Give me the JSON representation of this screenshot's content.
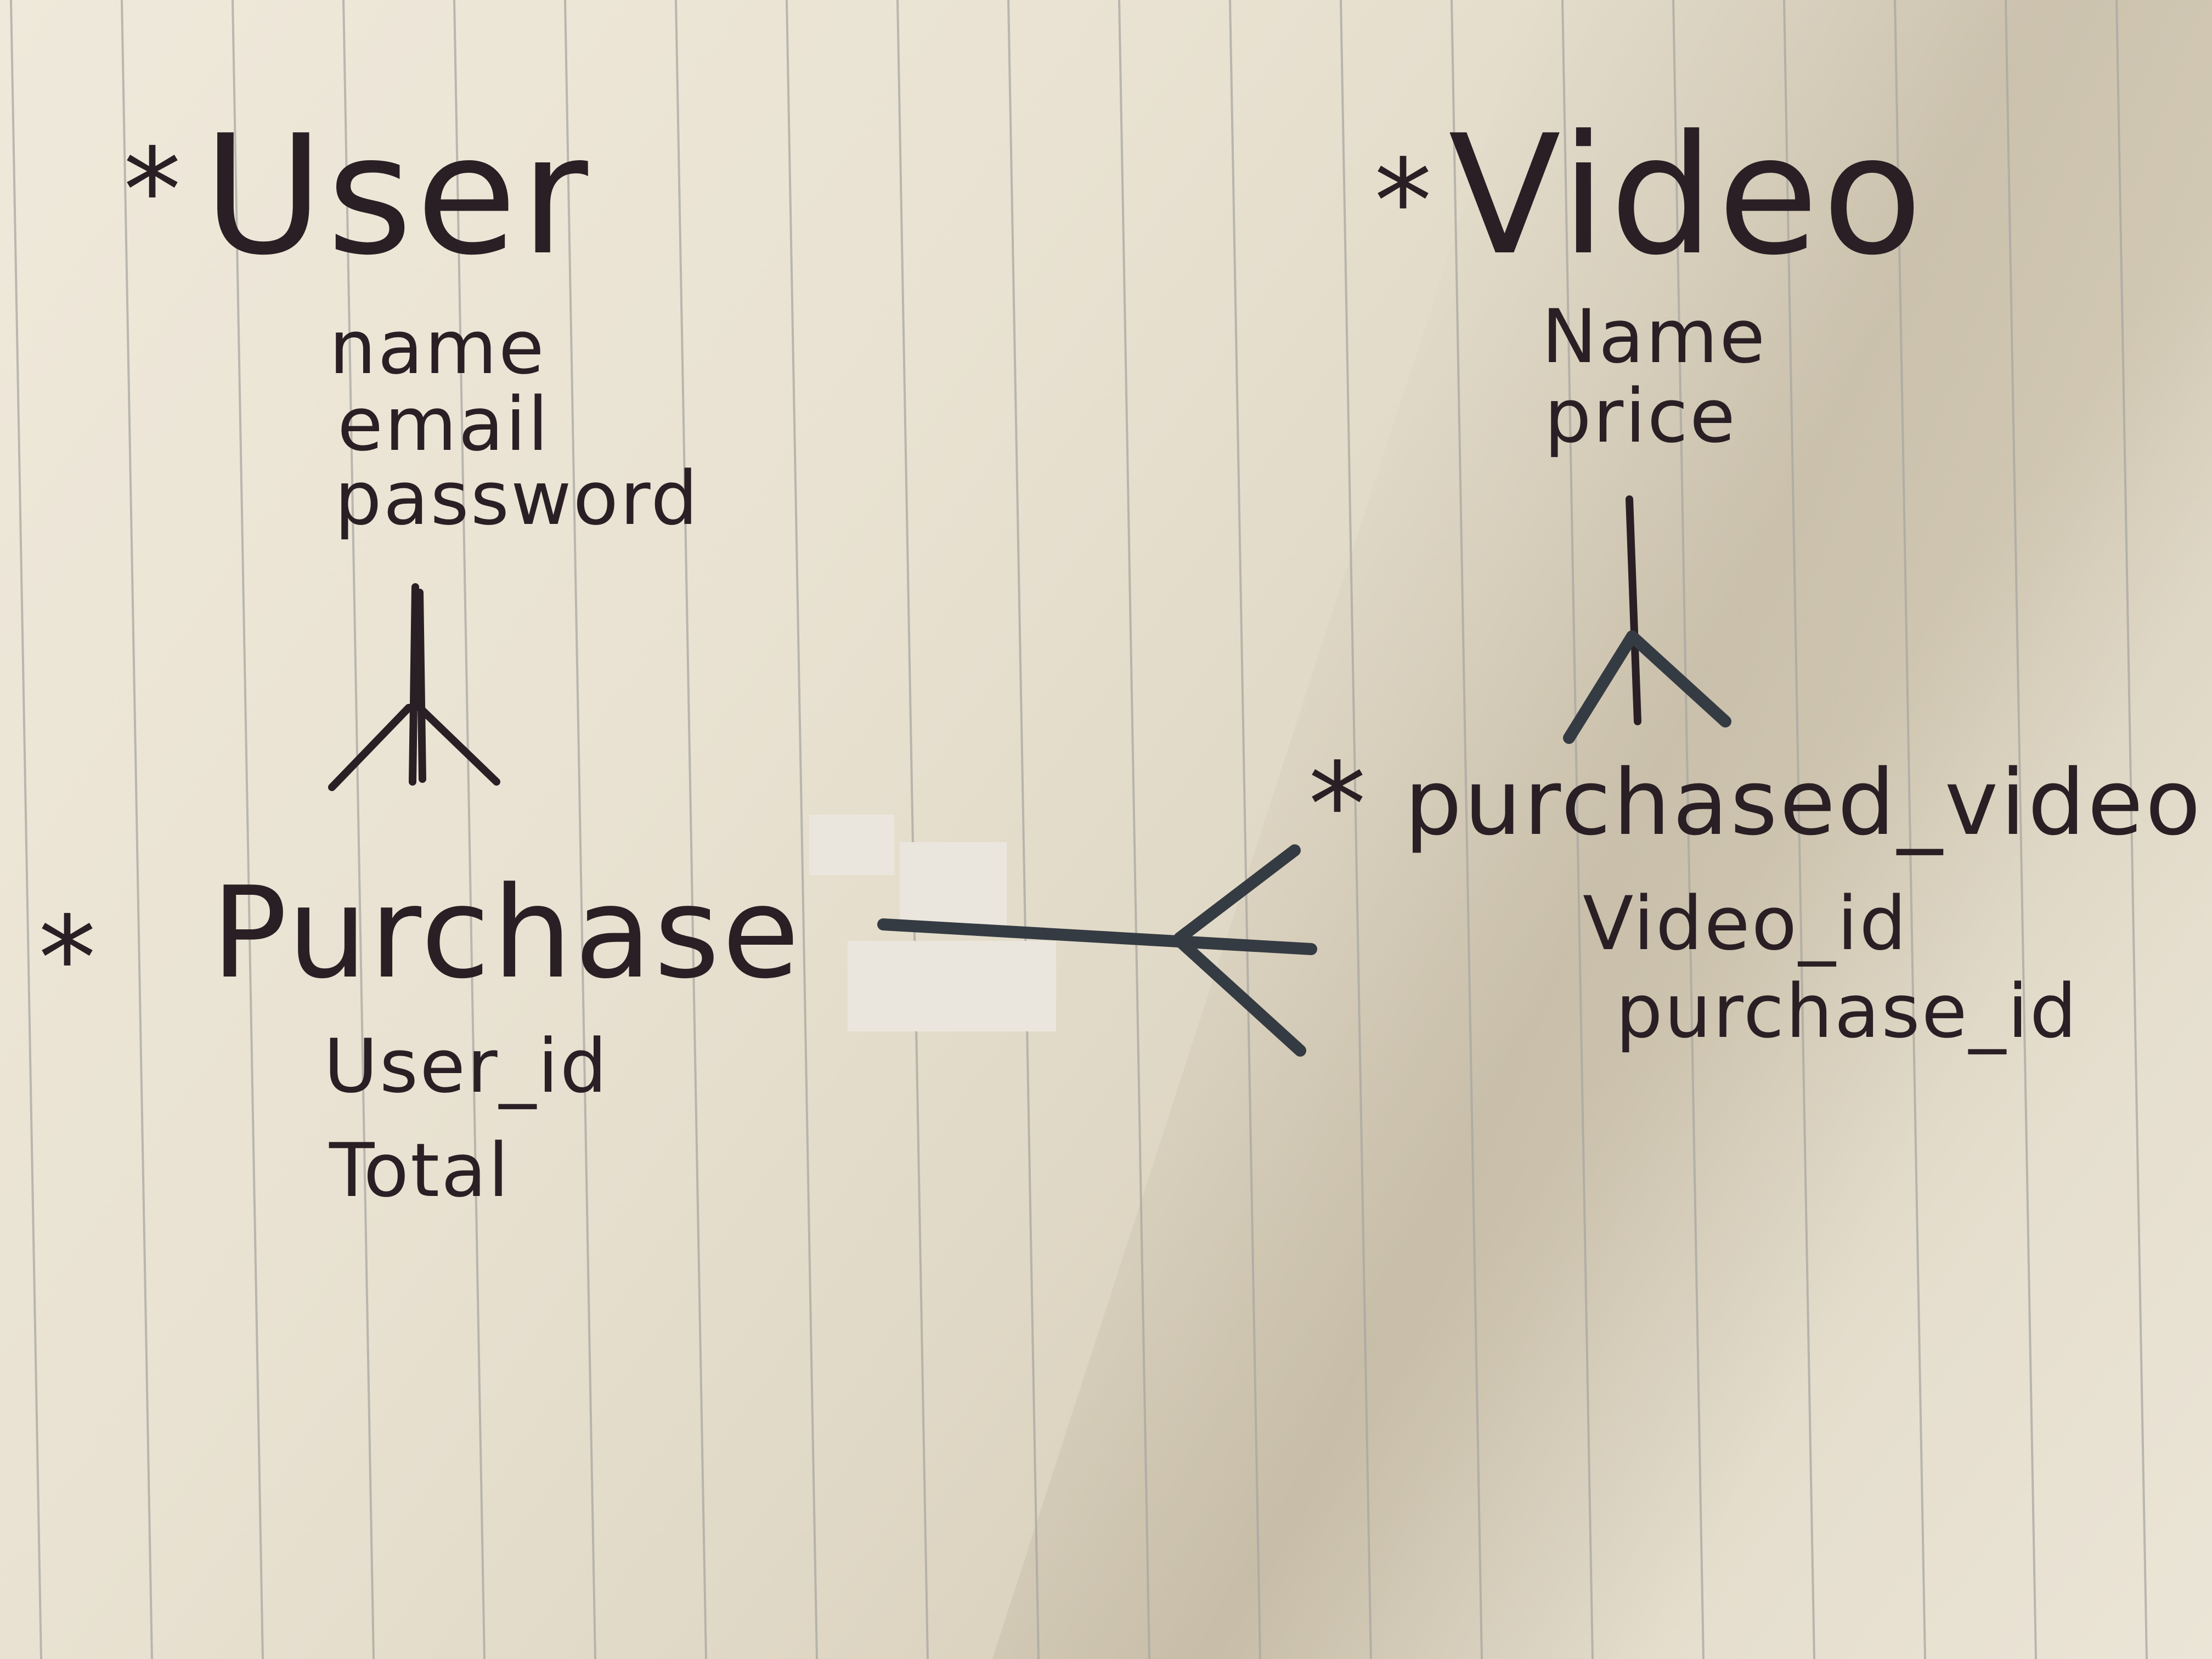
{
  "entities": {
    "user": {
      "marker": "*",
      "name": "User",
      "attributes": [
        "name",
        "email",
        "password"
      ]
    },
    "video": {
      "marker": "*",
      "name": "Video",
      "attributes": [
        "Name",
        "price"
      ]
    },
    "purchase": {
      "marker": "*",
      "name": "Purchase",
      "attributes": [
        "User_id",
        "Total"
      ]
    },
    "purchased_video": {
      "marker": "*",
      "name": "purchased_video",
      "attributes": [
        "Video_id",
        "purchase_id"
      ]
    }
  },
  "relationships": [
    {
      "from": "User",
      "to": "Purchase",
      "notation": "one-to-many"
    },
    {
      "from": "Video",
      "to": "purchased_video",
      "notation": "one-to-many"
    },
    {
      "from": "Purchase",
      "to": "purchased_video",
      "notation": "one-to-many"
    }
  ],
  "colors": {
    "paper": "#ebe5d7",
    "rule_line": "#a9a7a2",
    "ink": "#2a1f24",
    "marker": "#353b42"
  }
}
